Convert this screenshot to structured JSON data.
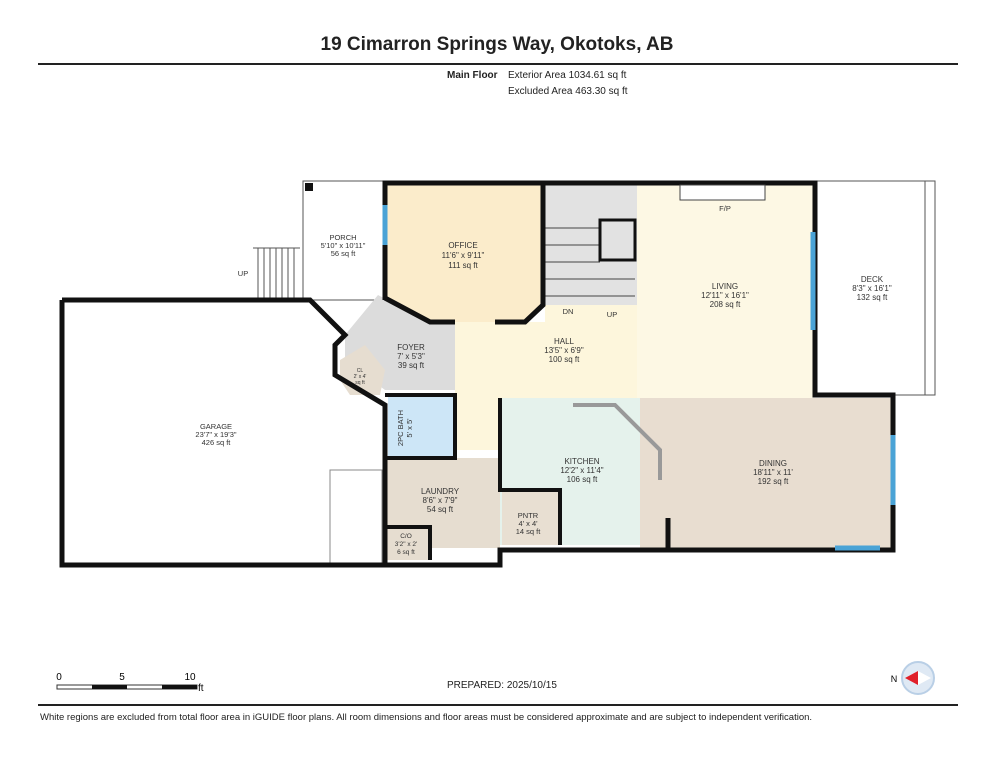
{
  "header": {
    "title": "19 Cimarron Springs Way, Okotoks, AB",
    "floor": "Main Floor",
    "exterior_area": "Exterior Area 1034.61 sq ft",
    "excluded_area": "Excluded Area 463.30 sq ft"
  },
  "rooms": {
    "porch": {
      "name": "PORCH",
      "dims": "5'10\" x 10'11\"",
      "area": "56 sq ft"
    },
    "office": {
      "name": "OFFICE",
      "dims": "11'6\" x 9'11\"",
      "area": "111 sq ft"
    },
    "living": {
      "name": "LIVING",
      "dims": "12'11\" x 16'1\"",
      "area": "208 sq ft"
    },
    "deck": {
      "name": "DECK",
      "dims": "8'3\" x 16'1\"",
      "area": "132 sq ft"
    },
    "hall": {
      "name": "HALL",
      "dims": "13'5\" x 6'9\"",
      "area": "100 sq ft"
    },
    "foyer": {
      "name": "FOYER",
      "dims": "7' x 5'3\"",
      "area": "39 sq ft"
    },
    "closet": {
      "name": "CL",
      "dims": "2' x 4'",
      "area": "sq ft"
    },
    "garage": {
      "name": "GARAGE",
      "dims": "23'7\" x 19'3\"",
      "area": "426 sq ft"
    },
    "bath": {
      "name": "2PC BATH",
      "dims": "5' x 5'"
    },
    "kitchen": {
      "name": "KITCHEN",
      "dims": "12'2\" x 11'4\"",
      "area": "106 sq ft"
    },
    "dining": {
      "name": "DINING",
      "dims": "18'11\" x 11'",
      "area": "192 sq ft"
    },
    "laundry": {
      "name": "LAUNDRY",
      "dims": "8'6\" x 7'9\"",
      "area": "54 sq ft"
    },
    "pantry": {
      "name": "PNTR",
      "dims": "4' x 4'",
      "area": "14 sq ft"
    },
    "coat_closet": {
      "name": "C/O",
      "dims": "3'2\" x 2'",
      "area": "6 sq ft"
    }
  },
  "annotations": {
    "up_outside": "UP",
    "up_stair": "UP",
    "down_stair": "DN",
    "fireplace": "F/P"
  },
  "scale": {
    "ticks": [
      "0",
      "5",
      "10"
    ],
    "unit": "ft"
  },
  "compass": {
    "label": "N"
  },
  "prepared": "PREPARED: 2025/10/15",
  "disclaimer": "White regions are excluded from total floor area in iGUIDE floor plans. All room dimensions and floor areas must be considered approximate and are subject to independent verification.",
  "colors": {
    "wall": "#111111",
    "window": "#4aa3d6",
    "office": "#fbeccb",
    "living": "#fdf8e4",
    "kitchen": "#e5f2ec",
    "dining": "#e8ddd0",
    "bath": "#cde6f7",
    "foyer": "#dcdcdc"
  }
}
